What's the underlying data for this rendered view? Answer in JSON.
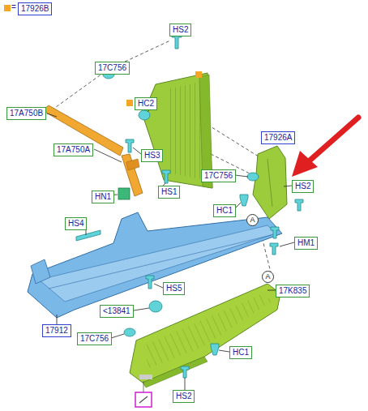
{
  "diagram": {
    "nodes": [
      {
        "text": [
          "HS2"
        ]
      },
      {
        "text": [
          "17C756"
        ]
      },
      {
        "text": [
          "17A750B"
        ]
      },
      {
        "text": [
          "HC2"
        ]
      },
      {
        "text": [
          "17926A"
        ]
      },
      {
        "text": [
          "17A750A"
        ]
      },
      {
        "text": [
          "HS3"
        ]
      },
      {
        "text": [
          "17C756"
        ]
      },
      {
        "text": [
          "HS2"
        ]
      },
      {
        "text": [
          "HN1"
        ]
      },
      {
        "text": [
          "HS1"
        ]
      },
      {
        "text": [
          "HC1"
        ]
      },
      {
        "text": [
          "A"
        ]
      },
      {
        "text": [
          "HM1"
        ]
      },
      {
        "text": [
          "HS4"
        ]
      },
      {
        "text": [
          "A"
        ]
      },
      {
        "text": [
          "HS5"
        ]
      },
      {
        "text": [
          "17K835"
        ]
      },
      {
        "text": [
          "<13841"
        ]
      },
      {
        "text": [
          "17912"
        ]
      },
      {
        "text": [
          "17C756"
        ]
      },
      {
        "text": [
          "HC1"
        ]
      },
      {
        "text": [
          "HS2"
        ]
      }
    ],
    "labels": [
      "="
    ],
    "legend": [
      {
        "text": "17926B",
        "color": "#f5a623"
      }
    ]
  }
}
